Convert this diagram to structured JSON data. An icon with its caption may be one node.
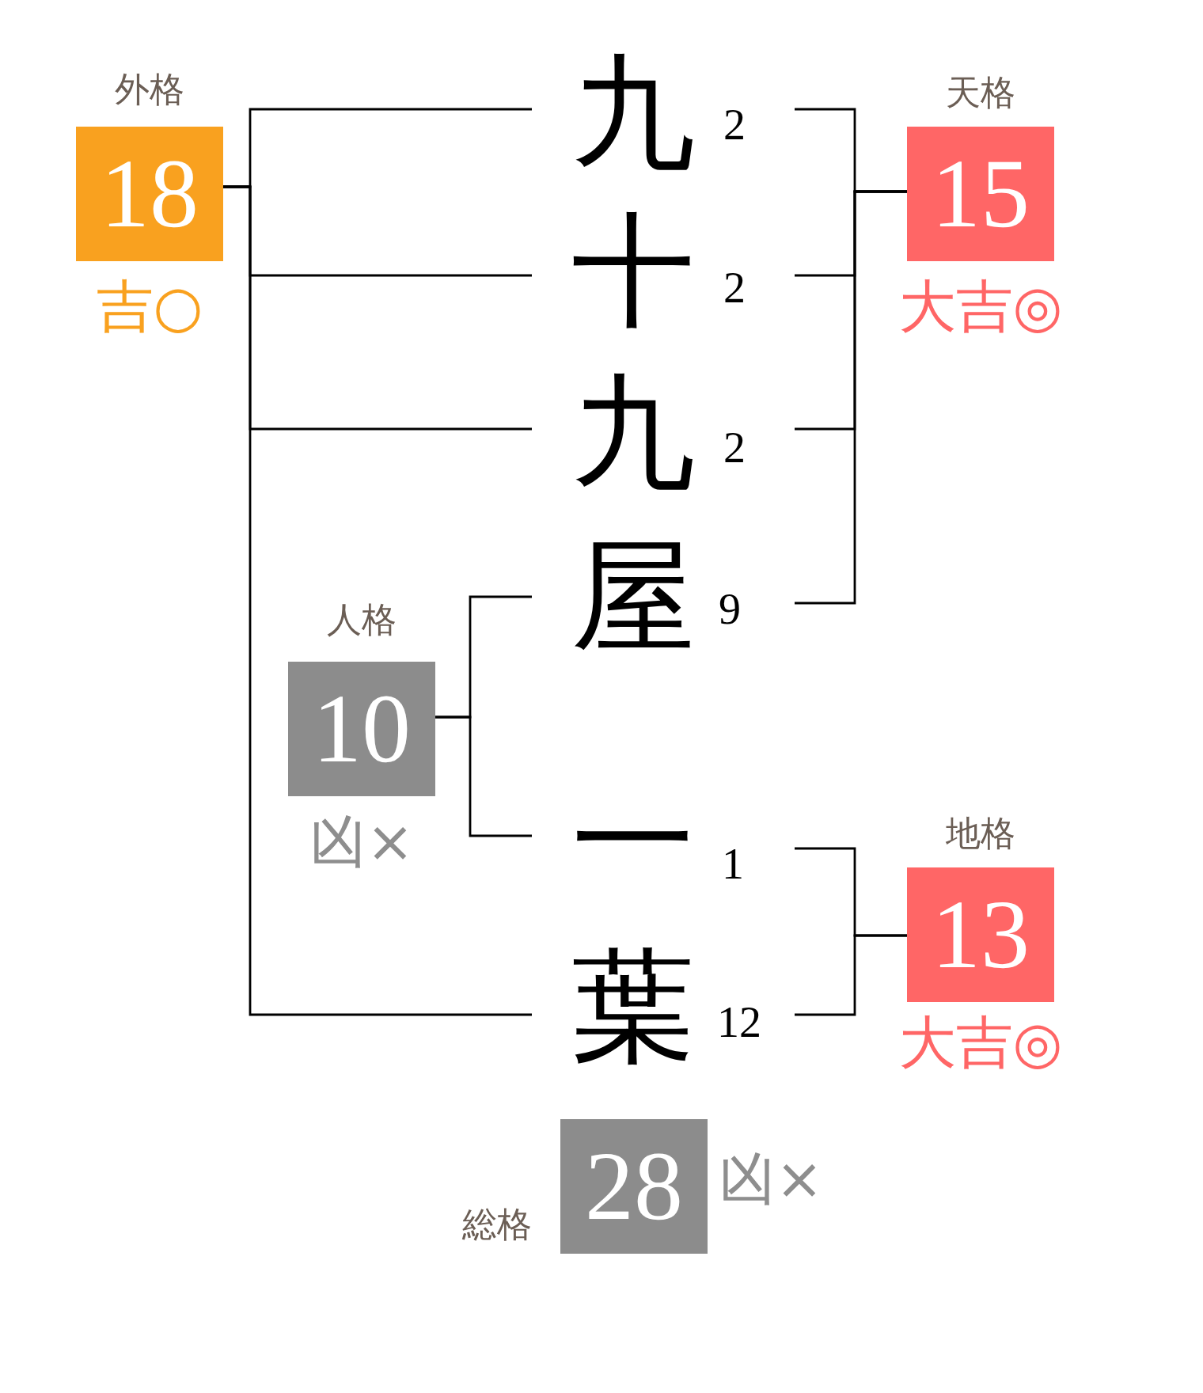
{
  "diagram": {
    "nodes": [
      {
        "text": [
          "外格",
          "18"
        ],
        "beside": [
          "吉○"
        ]
      },
      {
        "text": [
          "天格",
          "15"
        ],
        "beside": [
          "大吉◎"
        ]
      },
      {
        "text": [
          "九"
        ],
        "beside": [
          "2"
        ]
      },
      {
        "text": [
          "十"
        ],
        "beside": [
          "2"
        ]
      },
      {
        "text": [
          "九"
        ],
        "beside": [
          "2"
        ]
      },
      {
        "text": [
          "屋"
        ],
        "beside": [
          "9"
        ]
      },
      {
        "text": [
          "人格",
          "10"
        ],
        "beside": [
          "凶×"
        ]
      },
      {
        "text": [
          "一"
        ],
        "beside": [
          "1"
        ]
      },
      {
        "text": [
          "葉"
        ],
        "beside": [
          "12"
        ]
      },
      {
        "text": [
          "地格",
          "13"
        ],
        "beside": [
          "大吉◎"
        ]
      },
      {
        "text": [
          "総格",
          "28"
        ],
        "beside": [
          "凶×"
        ]
      }
    ],
    "edges": [
      {
        "from": 2,
        "to": 0,
        "arrow": "none"
      },
      {
        "from": 3,
        "to": 0,
        "arrow": "none"
      },
      {
        "from": 4,
        "to": 0,
        "arrow": "none"
      },
      {
        "from": 8,
        "to": 0,
        "arrow": "none"
      },
      {
        "from": 2,
        "to": 1,
        "arrow": "none"
      },
      {
        "from": 3,
        "to": 1,
        "arrow": "none"
      },
      {
        "from": 4,
        "to": 1,
        "arrow": "none"
      },
      {
        "from": 5,
        "to": 1,
        "arrow": "none"
      },
      {
        "from": 5,
        "to": 6,
        "arrow": "none"
      },
      {
        "from": 7,
        "to": 6,
        "arrow": "none"
      },
      {
        "from": 7,
        "to": 9,
        "arrow": "none"
      },
      {
        "from": 8,
        "to": 9,
        "arrow": "none"
      }
    ]
  }
}
